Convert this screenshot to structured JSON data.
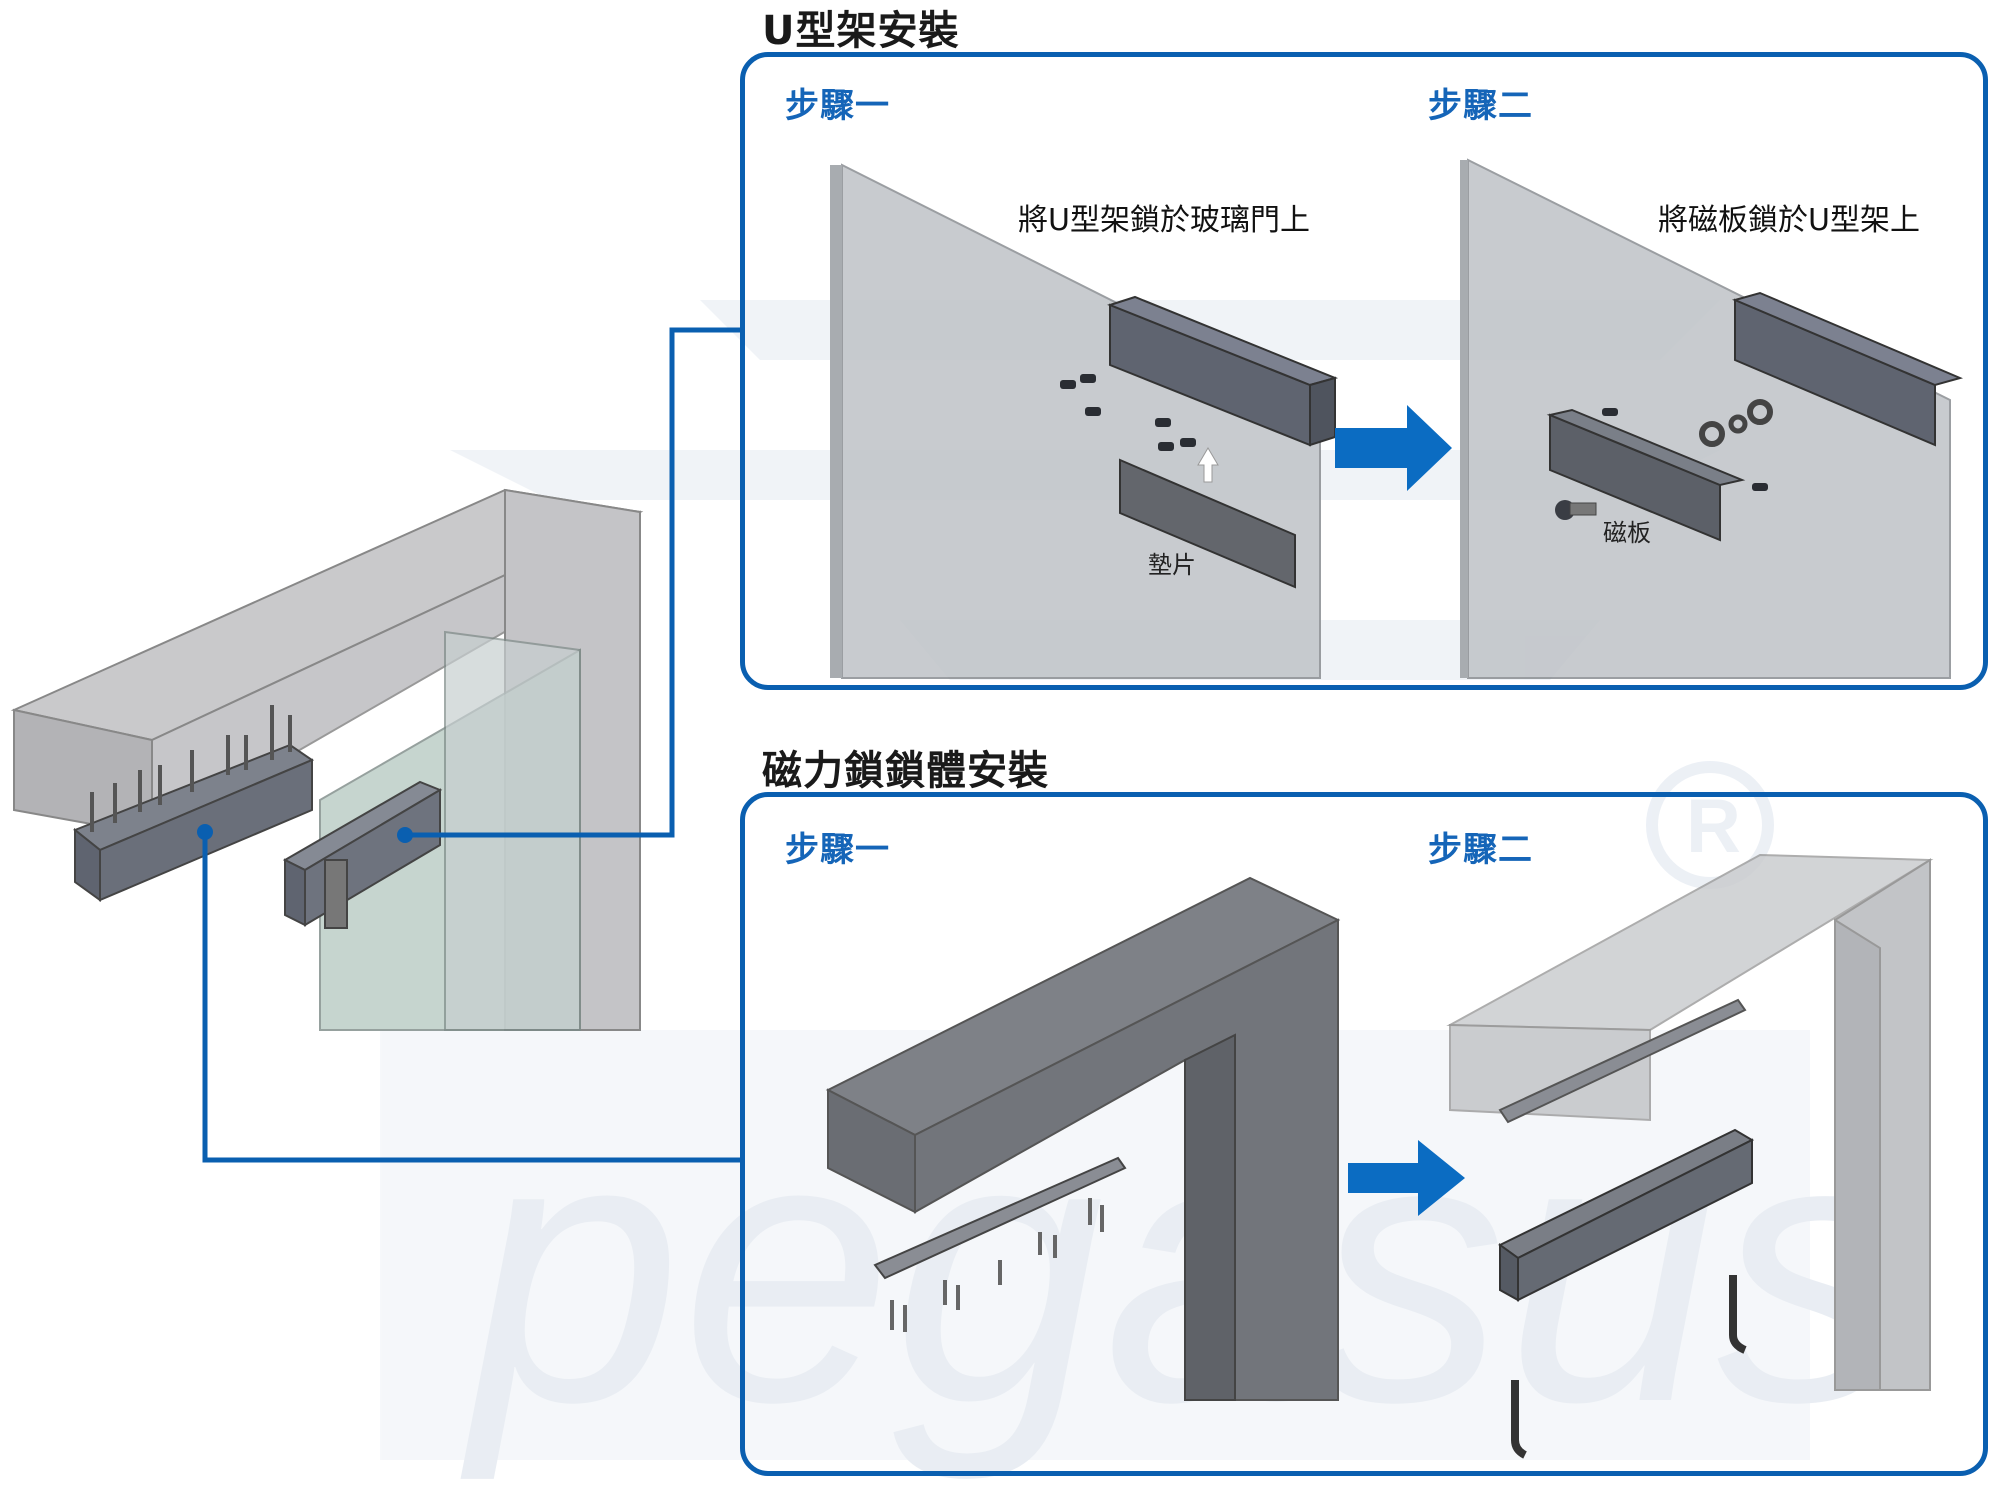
{
  "sections": {
    "u_bracket": {
      "title": "U型架安裝",
      "step1": {
        "label": "步驟一",
        "caption": "將U型架鎖於玻璃門上",
        "part_label": "墊片"
      },
      "step2": {
        "label": "步驟二",
        "caption": "將磁板鎖於U型架上",
        "part_label": "磁板"
      }
    },
    "lock_body": {
      "title": "磁力鎖鎖體安裝",
      "step1": {
        "label": "步驟一"
      },
      "step2": {
        "label": "步驟二"
      }
    }
  },
  "watermark": {
    "text": "pegasus",
    "registered": "R"
  },
  "colors": {
    "accent": "#0a5fb0",
    "step_text": "#1565b8",
    "arrow": "#0b6cc2"
  }
}
